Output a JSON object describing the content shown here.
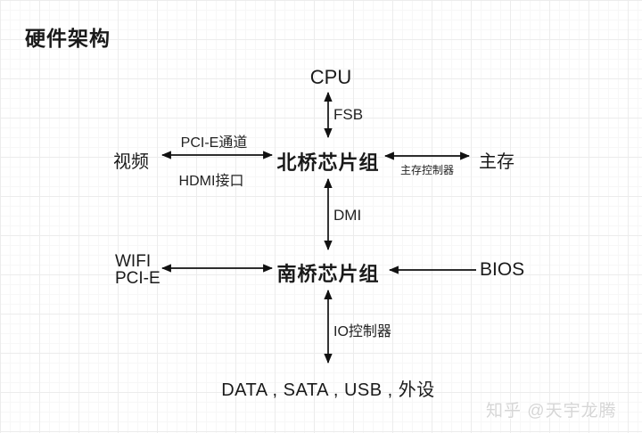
{
  "title": "硬件架构",
  "diagram": {
    "nodes": {
      "cpu": "CPU",
      "northbridge": "北桥芯片组",
      "southbridge": "南桥芯片组",
      "video": "视频",
      "main_memory": "主存",
      "wifi": "WIFI",
      "pcie": "PCI-E",
      "bios": "BIOS",
      "peripherals": "DATA , SATA , USB , 外设"
    },
    "edge_labels": {
      "fsb": "FSB",
      "pcie_channel": "PCI-E通道",
      "hdmi_port": "HDMI接口",
      "memory_controller": "主存控制器",
      "dmi": "DMI",
      "io_controller": "IO控制器"
    },
    "line_color": "#111111"
  },
  "watermark": "知乎 @天宇龙腾"
}
